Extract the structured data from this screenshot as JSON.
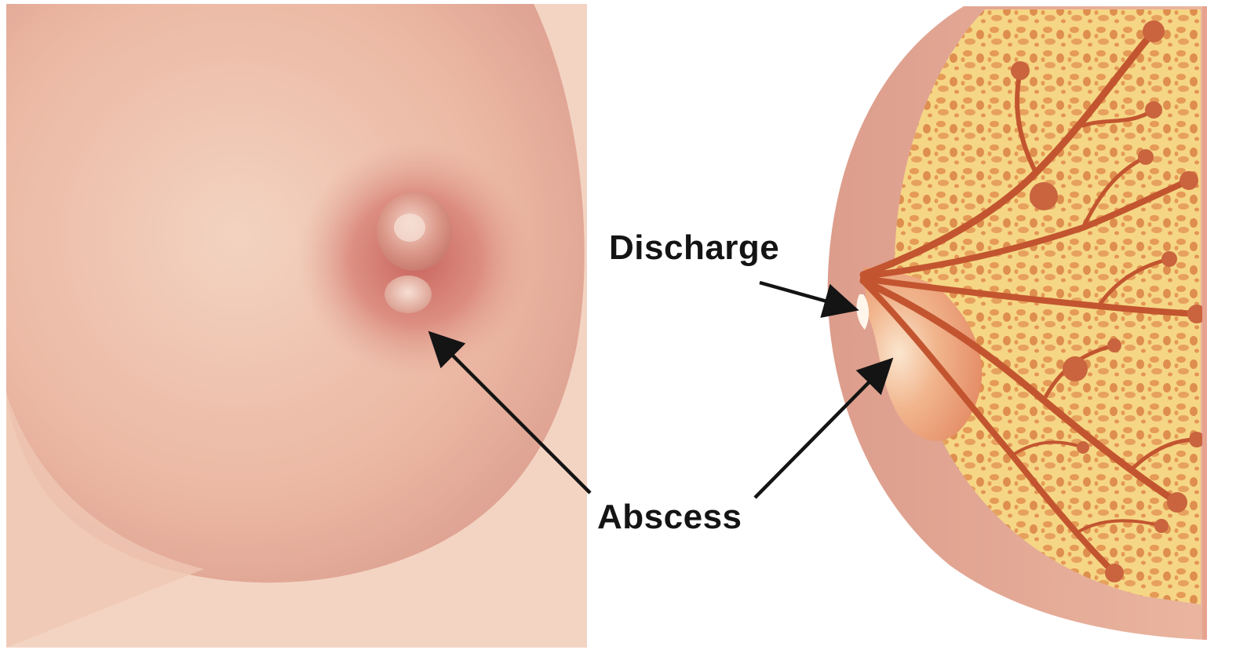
{
  "labels": {
    "discharge": "Discharge",
    "abscess": "Abscess"
  },
  "figures": [
    {
      "name": "external-view-of-breast-with-nipple-abscess"
    },
    {
      "name": "cross-section-of-breast-with-ducts-and-abscess"
    }
  ],
  "colors": {
    "background": "#ffffff",
    "skin_light": "#f1cbb7",
    "skin_dark": "#d98f7f",
    "areola": "#d47e73",
    "fatty_tissue": "#f3d27d",
    "ducts": "#c25530",
    "label_text": "#141414",
    "arrows": "#141414"
  }
}
